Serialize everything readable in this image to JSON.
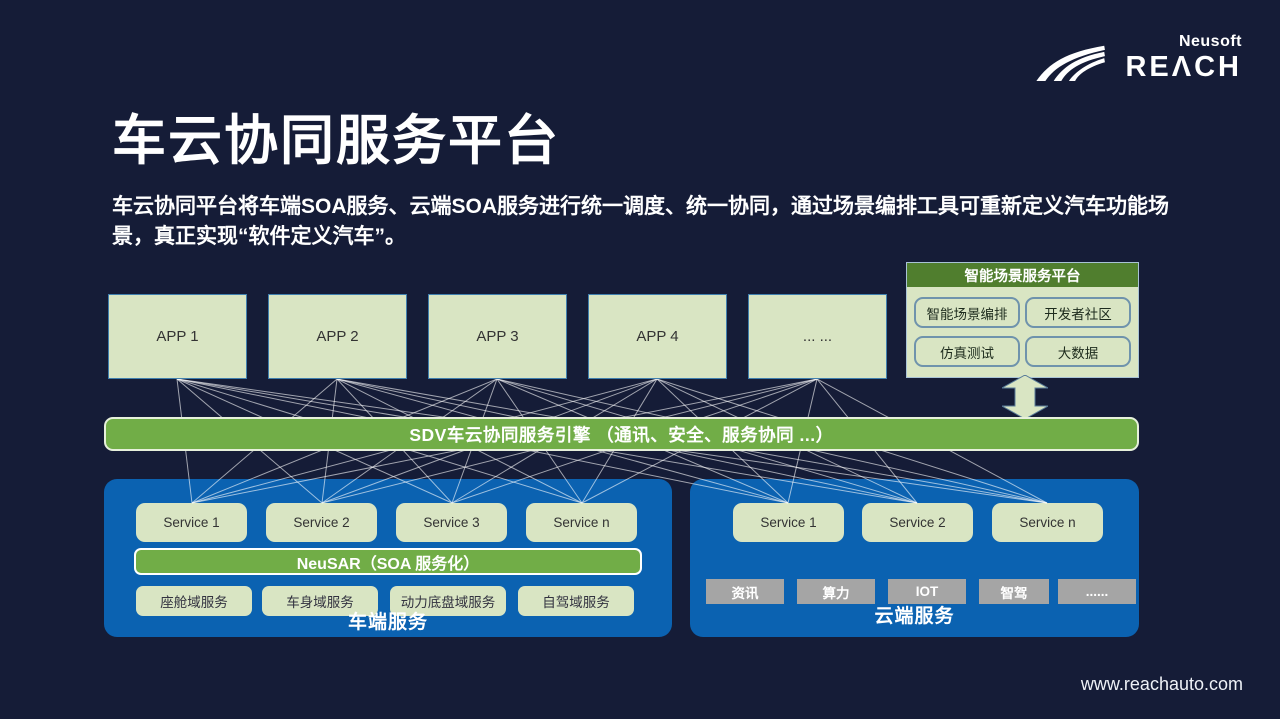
{
  "slide": {
    "url": "www.reachauto.com"
  },
  "logo": {
    "company": "Neusoft",
    "brand": "REΛCH"
  },
  "header": {
    "title": "车云协同服务平台",
    "description": "车云协同平台将车端SOA服务、云端SOA服务进行统一调度、统一协同，通过场景编排工具可重新定义汽车功能场景，真正实现“软件定义汽车”。"
  },
  "apps": {
    "items": [
      "APP 1",
      "APP 2",
      "APP 3",
      "APP 4",
      "... ..."
    ]
  },
  "scene_platform": {
    "title": "智能场景服务平台",
    "buttons": [
      "智能场景编排",
      "开发者社区",
      "仿真测试",
      "大数据"
    ]
  },
  "sdv_engine": {
    "label": "SDV车云协同服务引擎 （通讯、安全、服务协同 ...）"
  },
  "vehicle_side": {
    "services": [
      "Service 1",
      "Service 2",
      "Service 3",
      "Service n"
    ],
    "middleware": "NeuSAR（SOA 服务化）",
    "domains": [
      "座舱域服务",
      "车身域服务",
      "动力底盘域服务",
      "自驾域服务"
    ],
    "caption": "车端服务"
  },
  "cloud_side": {
    "services": [
      "Service 1",
      "Service 2",
      "Service n"
    ],
    "resources": [
      "资讯",
      "算力",
      "IOT",
      "智驾",
      "......"
    ],
    "caption": "云端服务"
  },
  "colors": {
    "background": "#151c37",
    "container_blue": "#0b62b1",
    "bar_green": "#71ad47",
    "header_green": "#507e2e",
    "pale_green": "#d9e5c3",
    "box_gray": "#a5a5a5"
  }
}
